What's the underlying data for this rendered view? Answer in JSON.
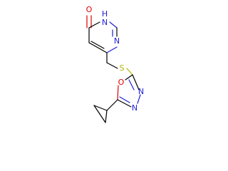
{
  "molecule": {
    "atoms": {
      "o_carbonyl": "O",
      "n_h": "N",
      "h_on_n": "H",
      "n_ring": "N",
      "s_thioether": "S",
      "o_ring": "O",
      "n3": "N",
      "n4": "N"
    },
    "colors": {
      "carbon_bond": "#000000",
      "nitrogen": "#1f1fd6",
      "oxygen": "#e00000",
      "sulfur": "#b3b300"
    }
  }
}
